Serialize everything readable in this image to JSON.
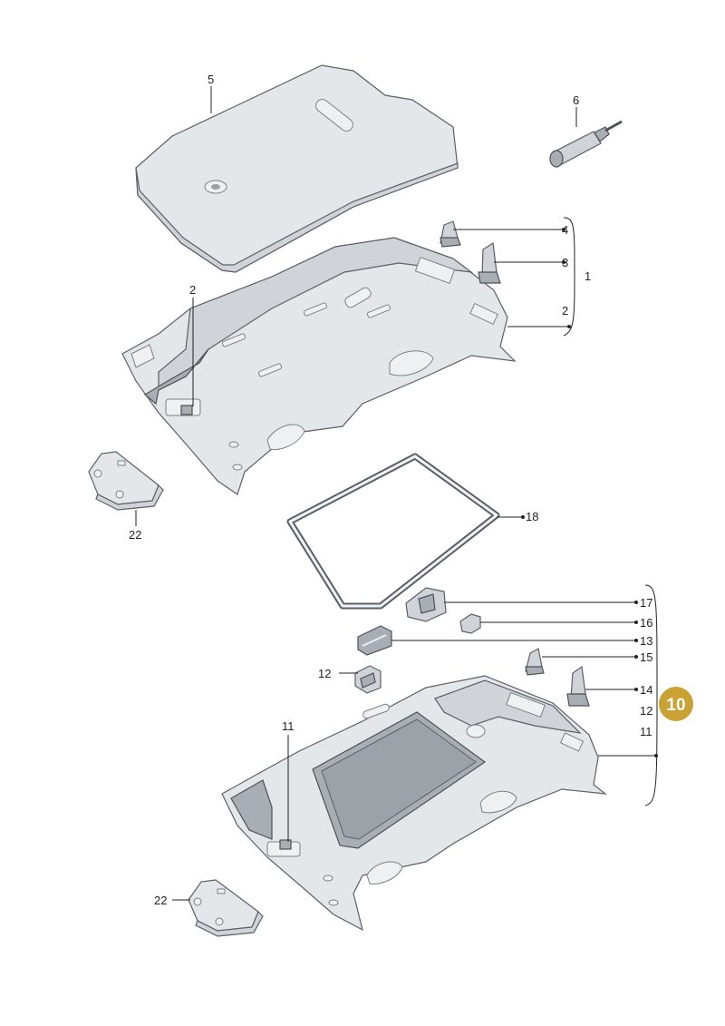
{
  "callouts": {
    "c1": "1",
    "c2a": "2",
    "c2b": "2",
    "c3": "3",
    "c4": "4",
    "c5": "5",
    "c6": "6",
    "c11a": "11",
    "c11b": "11",
    "c12a": "12",
    "c12b": "12",
    "c13": "13",
    "c14": "14",
    "c15": "15",
    "c16": "16",
    "c17": "17",
    "c18": "18",
    "c22a": "22",
    "c22b": "22"
  },
  "badge": {
    "label": "10",
    "color": "#c9a233"
  },
  "colors": {
    "part": "#dde0e3",
    "stroke": "#5a6068"
  }
}
